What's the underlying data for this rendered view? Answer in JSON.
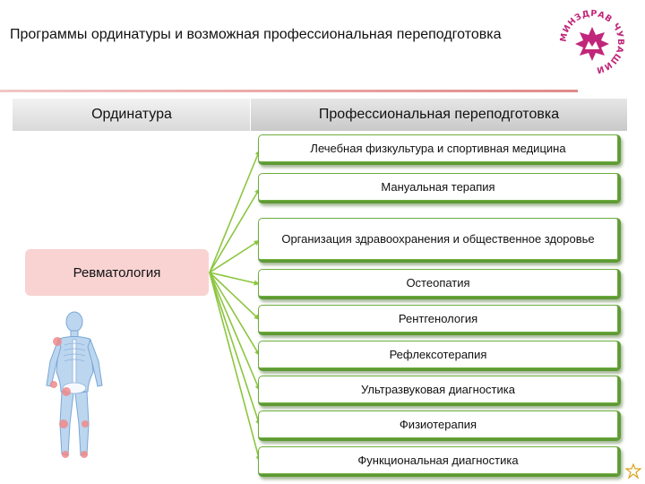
{
  "slide": {
    "title": "Программы ординатуры и возможная профессиональная переподготовка"
  },
  "logo": {
    "name": "logo-minzdrav-chuvashia",
    "text": "МИНЗДРАВ ЧУВАШИИ",
    "color": "#c0267a"
  },
  "headers": {
    "left": "Ординатура",
    "right": "Профессиональная переподготовка"
  },
  "residency": {
    "label": "Ревматология"
  },
  "retraining": [
    "Лечебная физкультура и спортивная медицина",
    "Мануальная терапия",
    "Организация здравоохранения и общественное здоровье",
    "Остеопатия",
    "Рентгенология",
    "Рефлексотерапия",
    "Ультразвуковая диагностика",
    "Физиотерапия",
    "Функциональная диагностика"
  ],
  "colors": {
    "connector": "#8cc63f",
    "residency_fill": "#f9d2d2",
    "item_border": "#6cae3e"
  }
}
